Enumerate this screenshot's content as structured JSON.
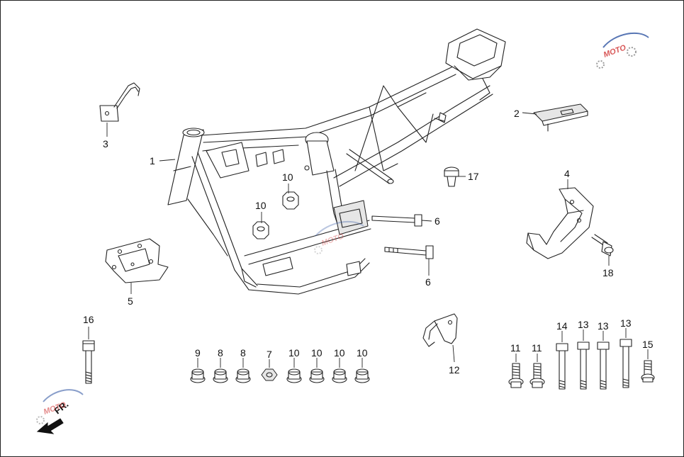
{
  "callouts": {
    "c1": "1",
    "c2": "2",
    "c3": "3",
    "c4": "4",
    "c5": "5",
    "c6a": "6",
    "c6b": "6",
    "c7": "7",
    "c8a": "8",
    "c8b": "8",
    "c9": "9",
    "c10a": "10",
    "c10b": "10",
    "c10c": "10",
    "c10d": "10",
    "c10e": "10",
    "c10f": "10",
    "c11a": "11",
    "c11b": "11",
    "c12": "12",
    "c13a": "13",
    "c13b": "13",
    "c13c": "13",
    "c14": "14",
    "c15": "15",
    "c16": "16",
    "c17": "17",
    "c18": "18"
  },
  "direction_label": "FR.",
  "watermark": {
    "text": "MOTO",
    "colors": {
      "red": "#d23a3a",
      "gray": "#8a8a8a",
      "blue": "#3b5fa8"
    }
  }
}
